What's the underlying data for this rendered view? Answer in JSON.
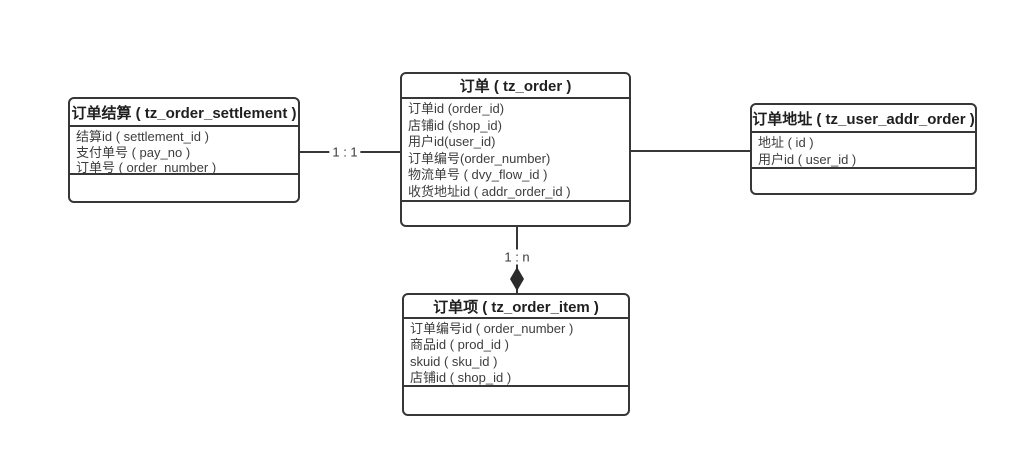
{
  "diagram": {
    "background": "#ffffff",
    "line_color": "#373737",
    "title_color": "#1f1f1f",
    "field_color": "#3d3d3d",
    "tables": [
      {
        "title": "订单结算 ( tz_order_settlement )",
        "fields": [
          "结算id ( settlement_id )",
          "支付单号 ( pay_no )",
          "订单号 ( order_number )"
        ]
      },
      {
        "title": "订单 ( tz_order )",
        "fields": [
          "订单id (order_id)",
          "店铺id (shop_id)",
          "用户id(user_id)",
          "订单编号(order_number)",
          "物流单号 ( dvy_flow_id )",
          "收货地址id ( addr_order_id )"
        ]
      },
      {
        "title": "订单地址 ( tz_user_addr_order )",
        "fields": [
          "地址 ( id )",
          "用户id ( user_id )"
        ]
      },
      {
        "title": "订单项 ( tz_order_item )",
        "fields": [
          "订单编号id ( order_number )",
          "商品id ( prod_id )",
          "skuid ( sku_id )",
          "店铺id ( shop_id )"
        ]
      }
    ],
    "connectors": [
      {
        "label": "1 : 1",
        "from": "订单结算",
        "to": "订单",
        "arrow": "none"
      },
      {
        "label": "",
        "from": "订单",
        "to": "订单地址",
        "arrow": "none"
      },
      {
        "label": "1 : n",
        "from": "订单",
        "to": "订单项",
        "arrow": "diamond"
      }
    ]
  }
}
